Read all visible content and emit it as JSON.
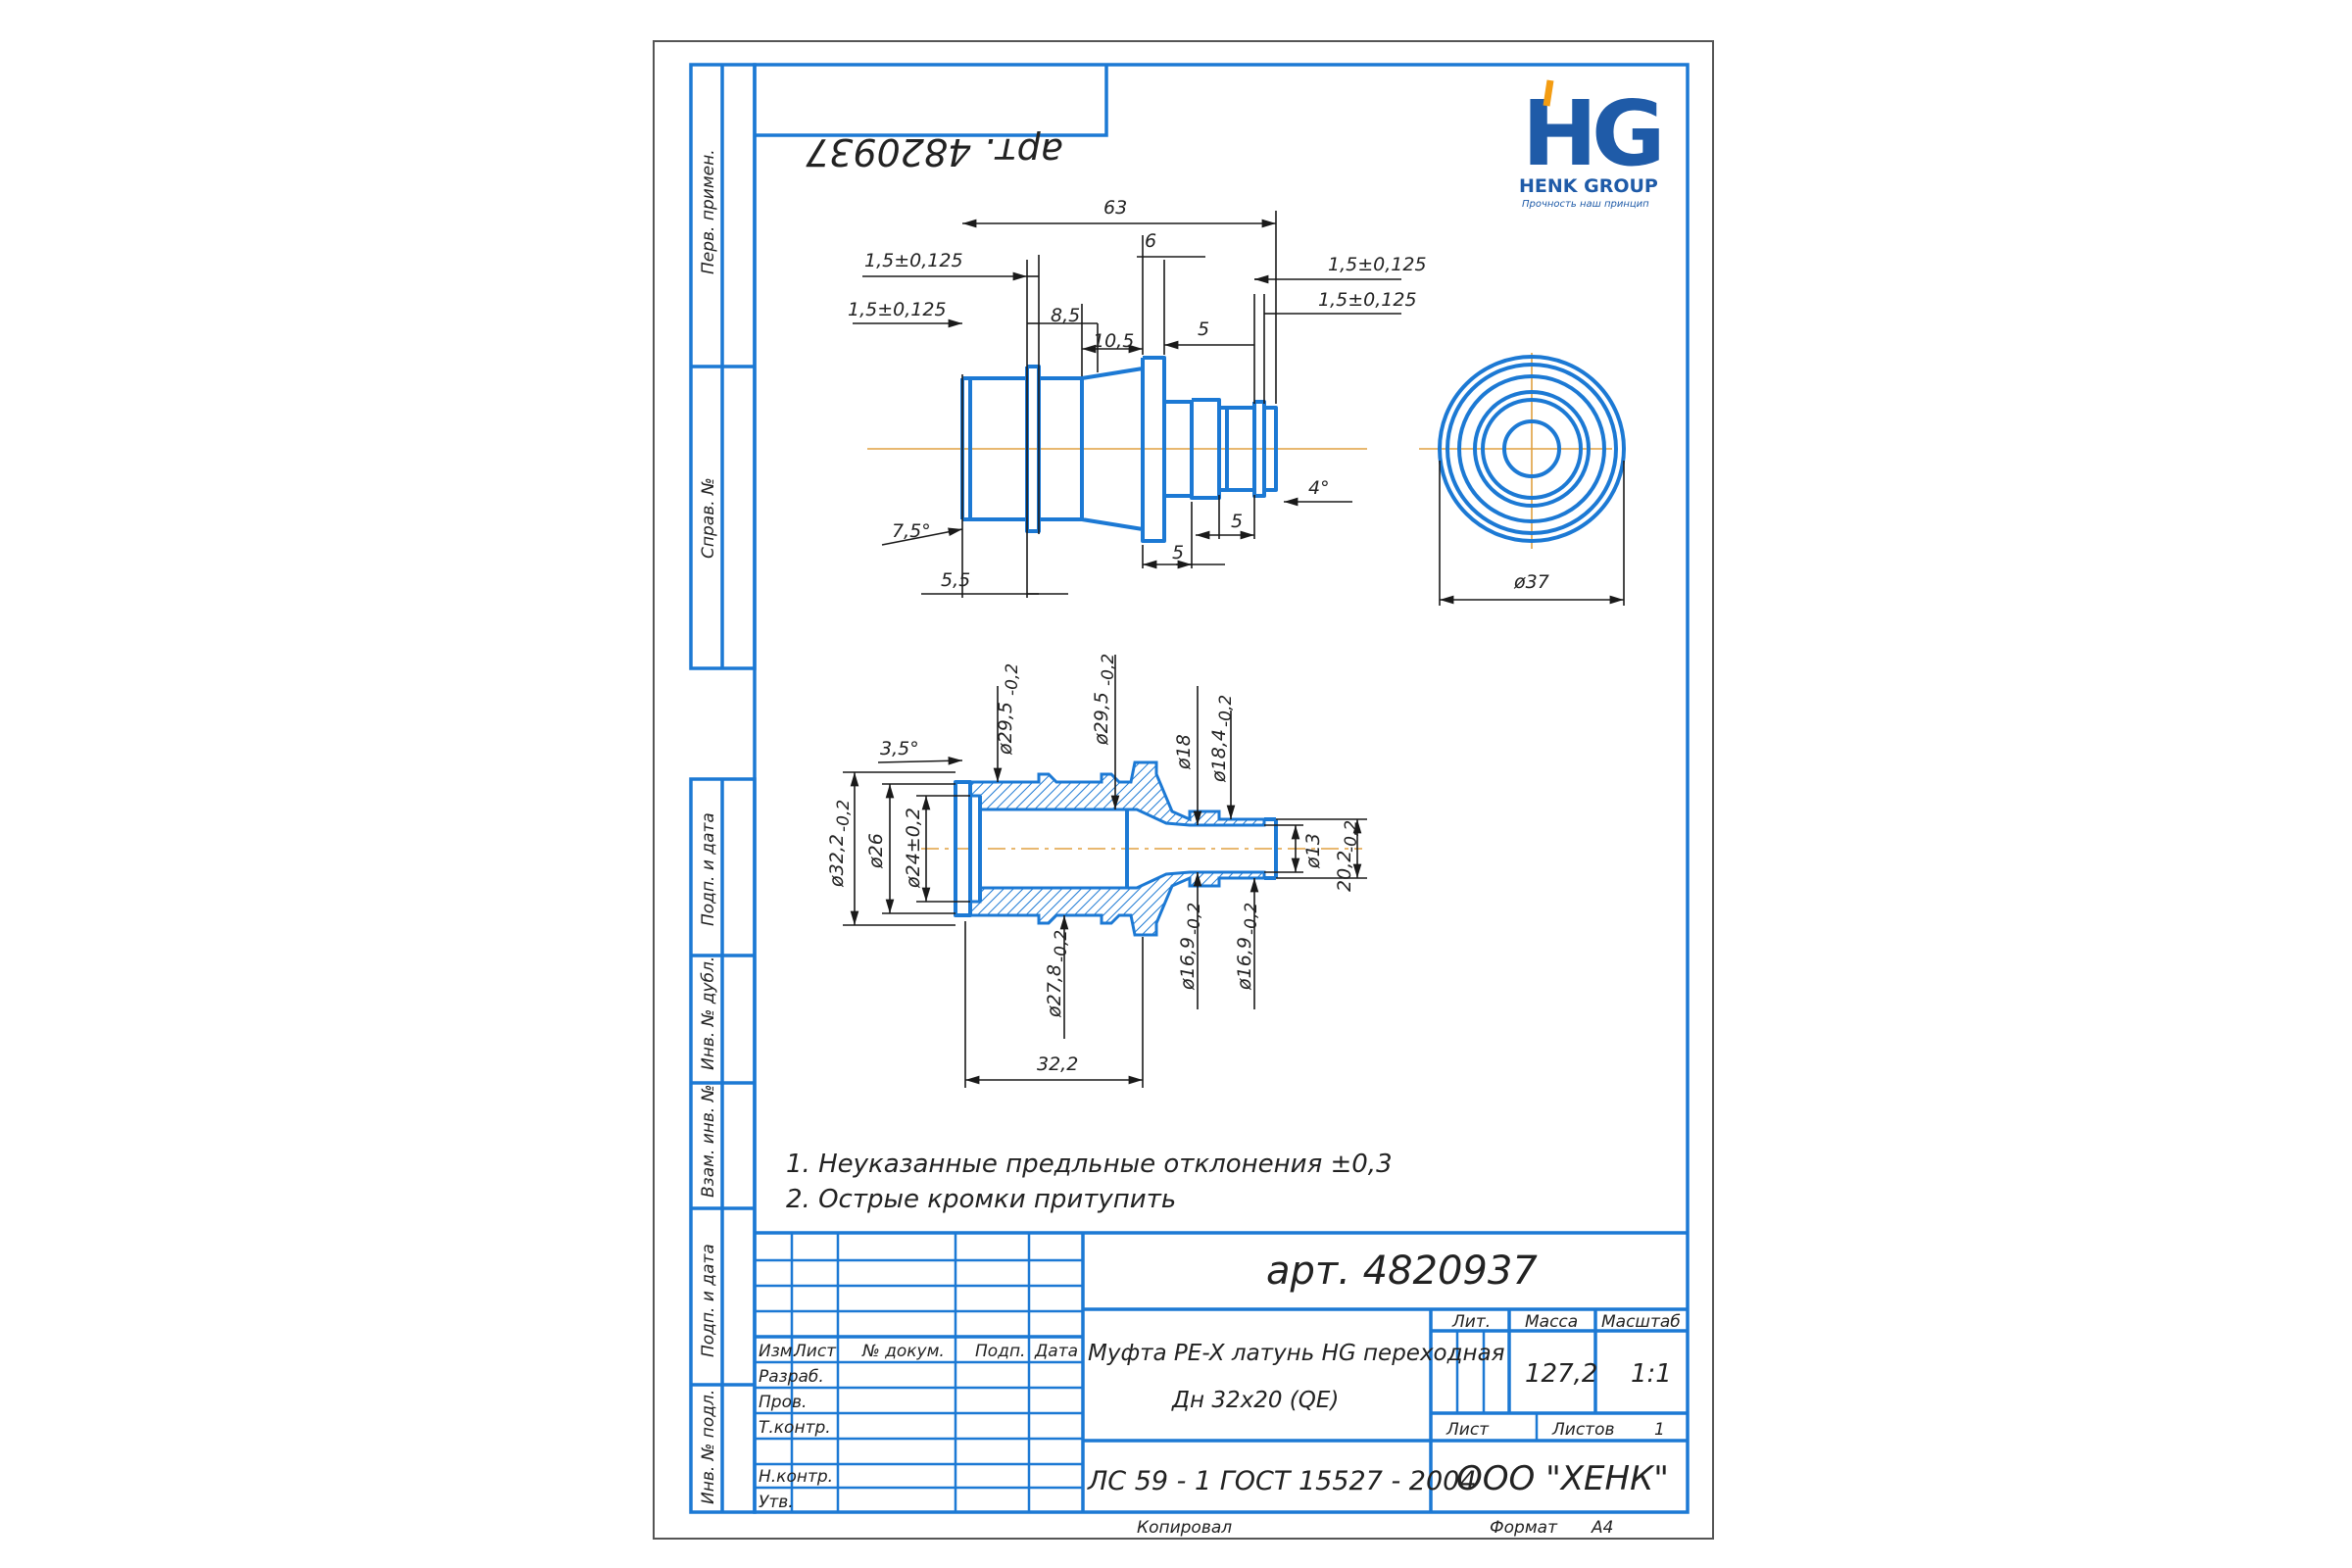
{
  "article_mirrored": "арт. 4820937",
  "logo": {
    "letters": "HG",
    "company": "HENK GROUP",
    "tagline": "Прочность наш принцип"
  },
  "side_labels": {
    "perv_primen": "Перв. примен.",
    "sprav_no": "Справ. №",
    "podp_data_1": "Подп. и дата",
    "inv_dubl": "Инв. № дубл.",
    "vzam_inv": "Взам. инв. №",
    "podp_data_2": "Подп. и дата",
    "inv_podl": "Инв. № подл."
  },
  "top_view": {
    "dims": {
      "d63": "63",
      "d6": "6",
      "d15a": "1,5±0,125",
      "d15b": "1,5±0,125",
      "d15c": "1,5±0,125",
      "d15d": "1,5±0,125",
      "d85": "8,5",
      "d105": "10,5",
      "d5a": "5",
      "d5b": "5",
      "d5c": "5",
      "d4deg": "4°",
      "d75deg": "7,5°",
      "d55": "5,5"
    }
  },
  "end_view": {
    "dia": "ø37"
  },
  "section_view": {
    "dims": {
      "d35deg": "3,5°",
      "d295a": "ø29,5",
      "d295a_tol": "-0,2",
      "d295b": "ø29,5",
      "d295b_tol": "-0,2",
      "d18": "ø18",
      "d184": "ø18,4",
      "d184_tol": "-0,2",
      "d322": "ø32,2",
      "d322_tol": "-0,2",
      "d26": "ø26",
      "d24": "ø24±0,2",
      "d13": "ø13",
      "d202": "20,2",
      "d202_tol": "-0,2",
      "d169a": "ø16,9",
      "d169a_tol": "-0,2",
      "d169b": "ø16,9",
      "d169b_tol": "-0,2",
      "d278": "ø27,8",
      "d278_tol": "-0,2",
      "len322": "32,2"
    }
  },
  "notes": [
    "1. Неуказанные предльные отклонения ±0,3",
    "2. Острые кромки притупить"
  ],
  "title_block": {
    "article": "арт. 4820937",
    "col_izm": "Изм.",
    "col_list": "Лист",
    "col_dokum": "№ докум.",
    "col_podp": "Подп.",
    "col_data": "Дата",
    "row_razrab": "Разраб.",
    "row_prov": "Пров.",
    "row_tkontr": "Т.контр.",
    "row_nkontr": "Н.контр.",
    "row_utv": "Утв.",
    "name_line1": "Муфта PE-X латунь HG переходная",
    "name_line2": "Дн 32х20 (QE)",
    "lit": "Лит.",
    "massa": "Масса",
    "masshtab": "Масштаб",
    "massa_val": "127,2",
    "masshtab_val": "1:1",
    "list": "Лист",
    "listov": "Листов",
    "listov_val": "1",
    "material": "ЛС 59 - 1 ГОСТ 15527 - 2004",
    "company": "ООО \"ХЕНК\""
  },
  "footer": {
    "kopiroval": "Копировал",
    "format": "Формат",
    "format_val": "А4"
  }
}
